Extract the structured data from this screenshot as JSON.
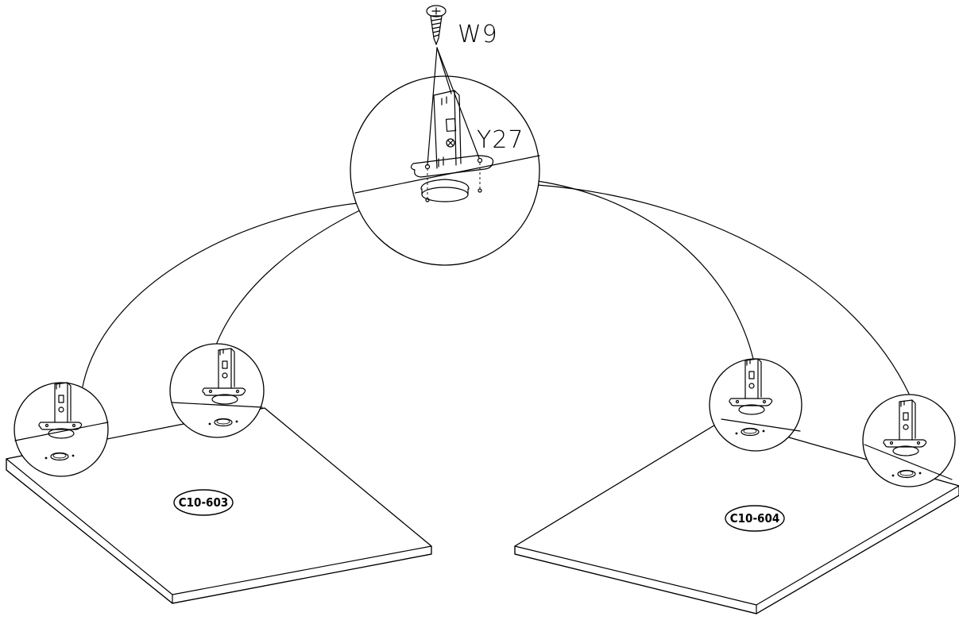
{
  "labels": {
    "screw_code": "W9",
    "bracket_code": "Y27",
    "left_panel_code": "C10-603",
    "right_panel_code": "C10-604"
  }
}
